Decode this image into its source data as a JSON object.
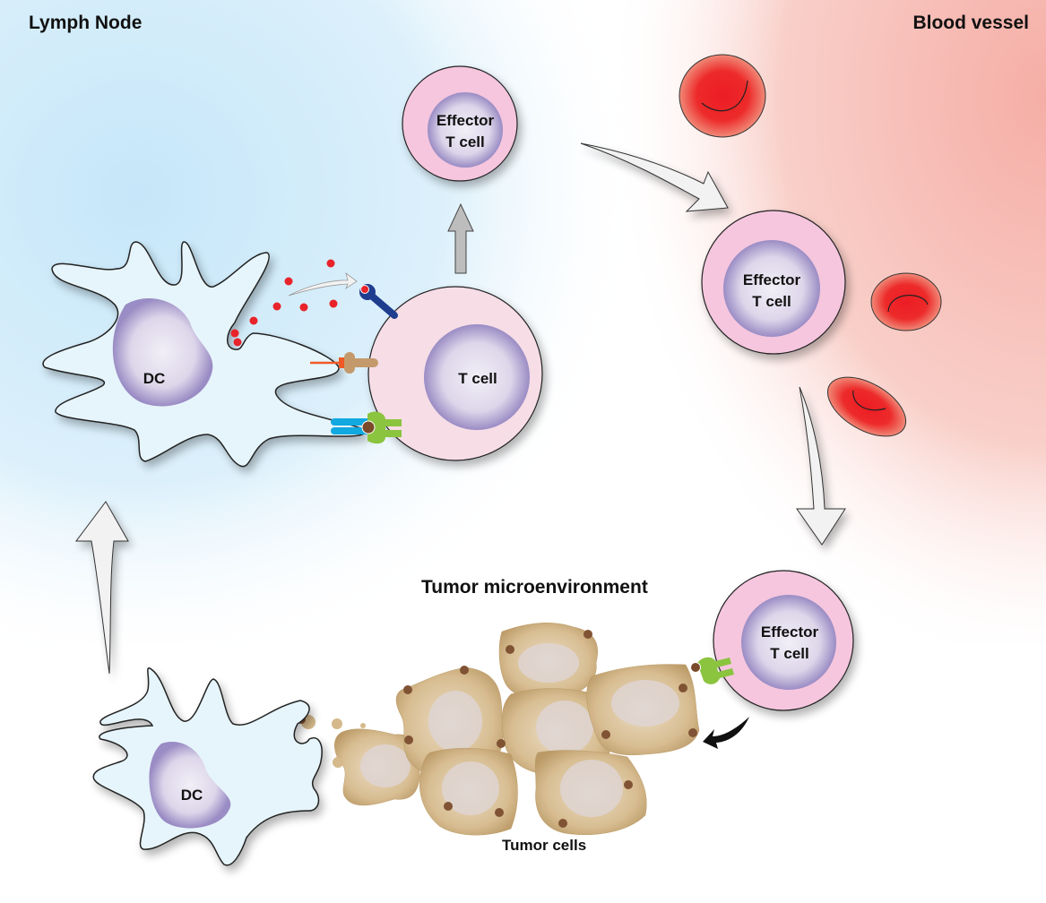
{
  "regions": {
    "lymph_node": "Lymph Node",
    "blood_vessel": "Blood vessel",
    "tumor_microenvironment": "Tumor microenvironment"
  },
  "cells": {
    "dc_top": "DC",
    "dc_bottom": "DC",
    "t_cell": "T cell",
    "effector_1": [
      "Effector",
      "T cell"
    ],
    "effector_2": [
      "Effector",
      "T cell"
    ],
    "effector_3": [
      "Effector",
      "T cell"
    ],
    "tumor_cells": "Tumor cells"
  },
  "colors": {
    "lymph_bg": "#c8e8f8",
    "blood_bg": "#f6b3ab",
    "dc_fill": "#e6f5fb",
    "nucleus": "#a89ccc",
    "t_cell_membrane": "#f6dde6",
    "effector_membrane": "#f5c6de",
    "rbc": "#ec1c24",
    "tumor": "#c9a979",
    "tumor_dot": "#7a4a2a",
    "antigen": "#e8232a",
    "receptor_blue": "#1f3d8f",
    "mhc_brown": "#c49a6c",
    "costim_cyan": "#12a8e0",
    "costim_green": "#8bc43f",
    "peptide_orange": "#f15a24"
  }
}
